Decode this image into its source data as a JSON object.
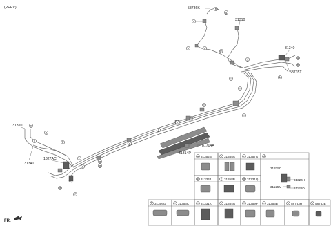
{
  "header": {
    "variant": "(PHEV)"
  },
  "callouts": {
    "top_clip": "58736K",
    "pipe_top_right": "31310",
    "pipe_right": "31340",
    "clip_right": "58735T",
    "pipe_left": "31310",
    "pipe_left_lower": "31340",
    "bracket_left": "1327AC",
    "tray_small": "81704A",
    "tray_main": "31314P",
    "front": "FR."
  },
  "circle_letters": {
    "b_top": "b",
    "g_top": "g",
    "n_top": "n",
    "n_mid": "n",
    "g_mid": "g",
    "m": "m",
    "right_a": "a",
    "right_b": "b",
    "k": "k",
    "j_top": "j",
    "l": "l",
    "i": "i",
    "j_mid": "j",
    "f_top": "f",
    "h1": "h",
    "h2": "h",
    "g_left": "g",
    "g2": "g",
    "g3": "g",
    "e_left": "e",
    "b_left": "b",
    "b_left2": "b",
    "e_left2": "e",
    "c": "c",
    "e_left3": "e",
    "g_low": "g",
    "d": "d",
    "f_low": "f"
  },
  "parts_table": {
    "row1": [
      {
        "letter": "a",
        "code": "31352B"
      },
      {
        "letter": "b",
        "code": "31355A"
      },
      {
        "letter": "c",
        "code": "31357G"
      },
      {
        "letter": "d",
        "code": ""
      }
    ],
    "row2": [
      {
        "letter": "e",
        "code": "31334J"
      },
      {
        "letter": "f",
        "code": "31358B"
      },
      {
        "letter": "g",
        "code": "31331Q"
      }
    ],
    "assembly": {
      "main": "31325C",
      "sub1": "31324H",
      "sub2": "31125M",
      "sub3": "31126D"
    },
    "row3": [
      {
        "letter": "h",
        "code": "31356G"
      },
      {
        "letter": "i",
        "code": "31356C"
      },
      {
        "letter": "j",
        "code": "31331K"
      },
      {
        "letter": "k",
        "code": "31354G"
      },
      {
        "letter": "l",
        "code": "31359P"
      },
      {
        "letter": "m",
        "code": "31356B"
      },
      {
        "letter": "n",
        "code": "58753H"
      },
      {
        "letter": "o",
        "code": "58752E"
      }
    ]
  },
  "colors": {
    "pipe": "#6d6d6d",
    "part": "#8c8c8c",
    "outline": "#555555"
  }
}
